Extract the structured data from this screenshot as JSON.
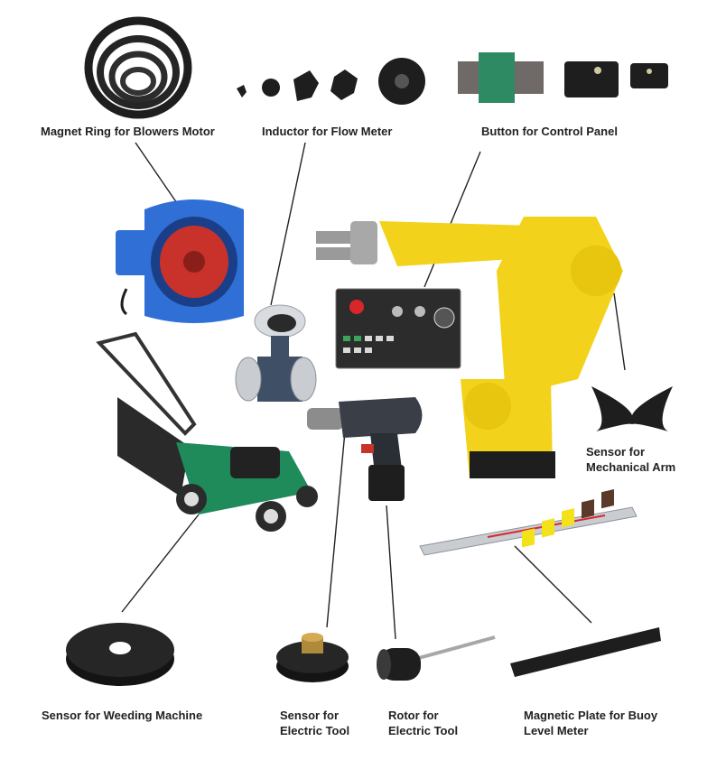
{
  "labels": {
    "magnet_ring": "Magnet Ring for Blowers Motor",
    "inductor": "Inductor for Flow Meter",
    "button": "Button for Control Panel",
    "sensor_arm": [
      "Sensor for",
      "Mechanical  Arm"
    ],
    "sensor_weeding": "Sensor for Weeding Machine",
    "sensor_tool": [
      "Sensor for",
      "Electric Tool"
    ],
    "rotor_tool": [
      "Rotor for",
      "Electric Tool"
    ],
    "magnetic_plate": [
      "Magnetic Plate for Buoy",
      "Level Meter"
    ]
  },
  "colors": {
    "label_text": "#222222",
    "rubber_black": "#1e1e1e",
    "robot_yellow": "#f2d21a",
    "blower_blue": "#2f6fd6",
    "blower_red": "#c8322a",
    "mower_green": "#1f8a5a",
    "plate_yellow": "#f3e21a",
    "accent_green": "#2e8a63",
    "connector_line": "#222222"
  },
  "icons": [
    "magnet-ring-icon",
    "inductor-icon",
    "control-button-icon",
    "blower-icon",
    "flow-meter-icon",
    "robot-arm-icon",
    "control-panel-icon",
    "mower-icon",
    "drill-icon",
    "level-gauge-icon",
    "sensor-arm-icon",
    "sensor-disc-icon",
    "sensor-tool-icon",
    "rotor-icon",
    "magnetic-plate-icon"
  ]
}
